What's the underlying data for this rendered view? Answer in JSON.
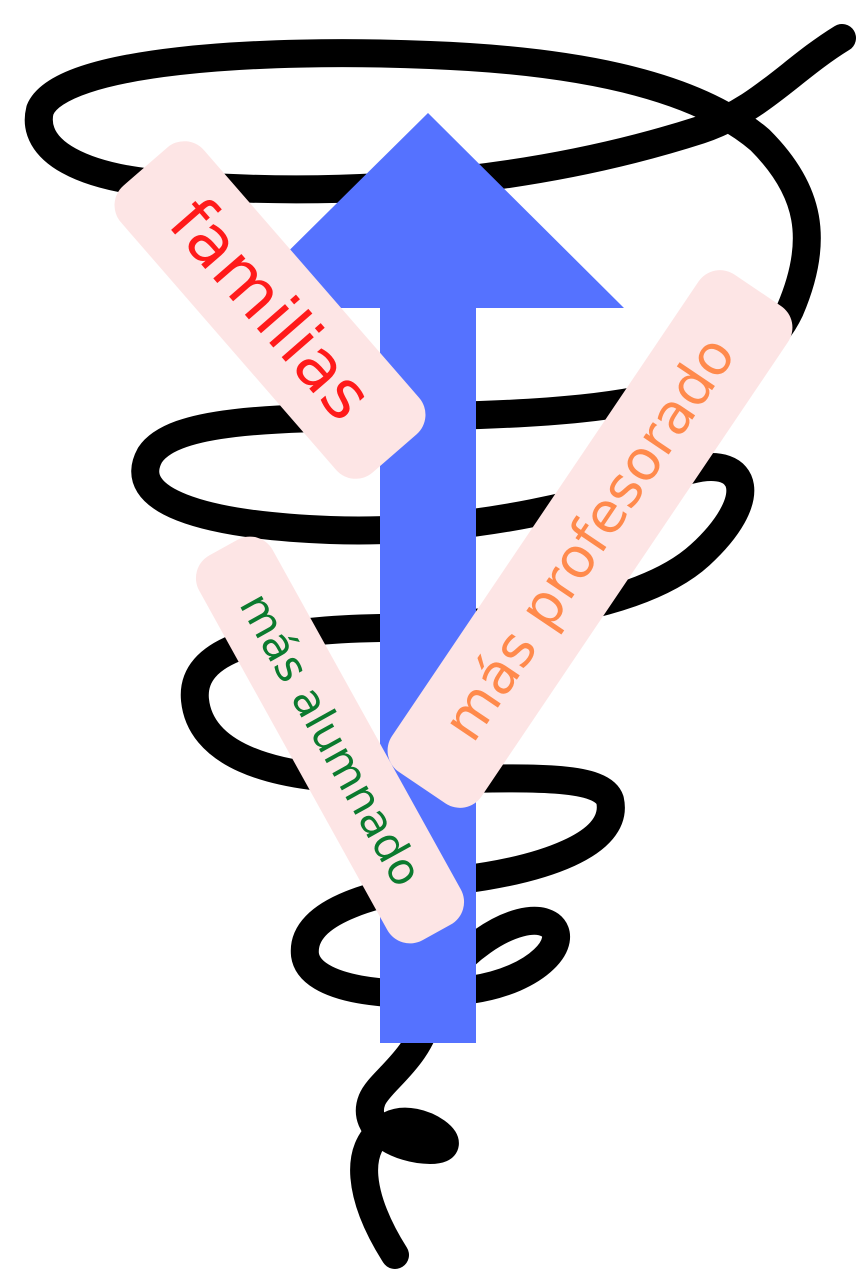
{
  "labels": {
    "familias": "familias",
    "profesorado": "más profesorado",
    "alumnado": "más alumnado"
  },
  "colors": {
    "arrow": "#5572ff",
    "spiral": "#000000",
    "card_background": "#fde5e5",
    "familias_text": "#ff1a1a",
    "profesorado_text": "#ff8a4c",
    "alumnado_text": "#0b7a2e"
  }
}
